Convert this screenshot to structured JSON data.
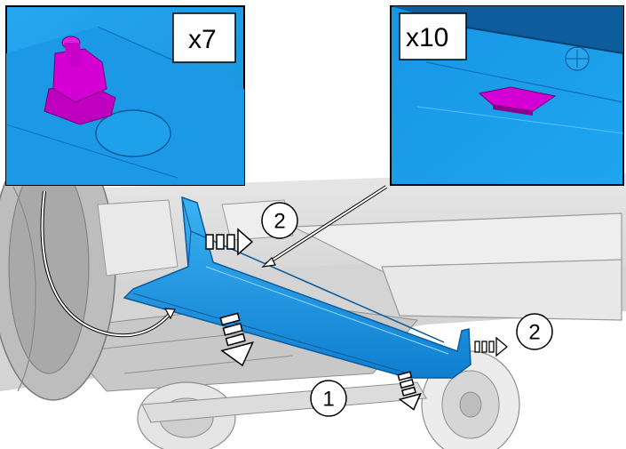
{
  "colors": {
    "panel_blue": "#1e9be8",
    "panel_blue_dark": "#0a63a8",
    "clip_magenta": "#d400d4",
    "clip_magenta_dark": "#8a008a",
    "arrow_stroke": "#000000"
  },
  "callouts": {
    "left_multiplier": "x7",
    "right_multiplier": "x10"
  },
  "steps": {
    "step_1": "1",
    "step_2_upper": "2",
    "step_2_lower": "2"
  },
  "icons": [
    "push-pin-clip",
    "retaining-clip",
    "hatched-direction-arrow"
  ]
}
